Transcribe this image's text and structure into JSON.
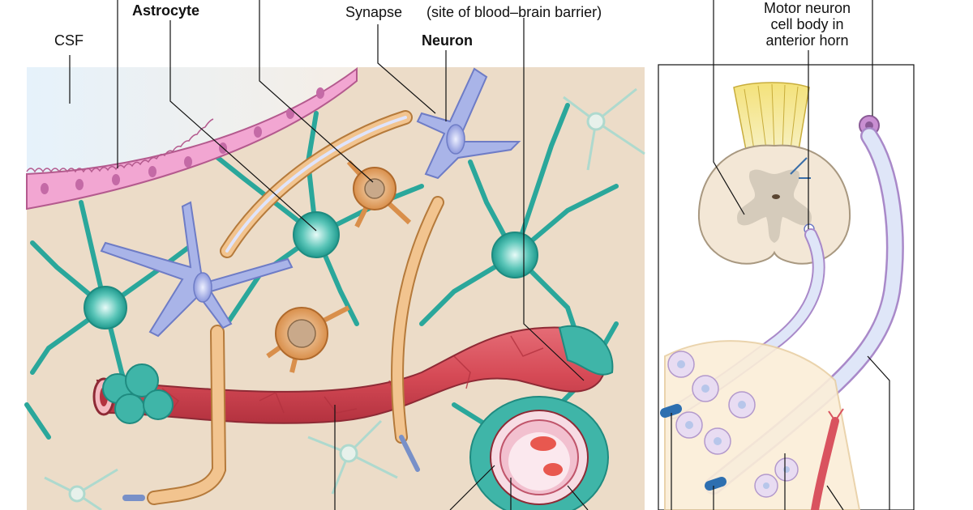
{
  "labels": {
    "astrocyte": "Astrocyte",
    "csf": "CSF",
    "synapse": "Synapse",
    "neuron": "Neuron",
    "capillary_partial": "(site of blood–brain barrier)",
    "motor_neuron": [
      "Motor neuron",
      "cell body in",
      "anterior horn"
    ]
  },
  "colors": {
    "background_tissue": "#ecdcc8",
    "csf_fluid": "#cfe6f4",
    "ependyma": "#f2a6d2",
    "astrocyte": "#2aa79b",
    "neuron": "#a9b4e8",
    "oligodendrocyte": "#e8a867",
    "myelin": "#f2c48f",
    "blood_vessel": "#d9535f",
    "spinal_cord_grey": "#cfc6b8",
    "spinal_cord_white": "#f3e7d6",
    "nerve_myelin": "#c8d6f0",
    "motor_neuron_body": "#c98fd2"
  }
}
